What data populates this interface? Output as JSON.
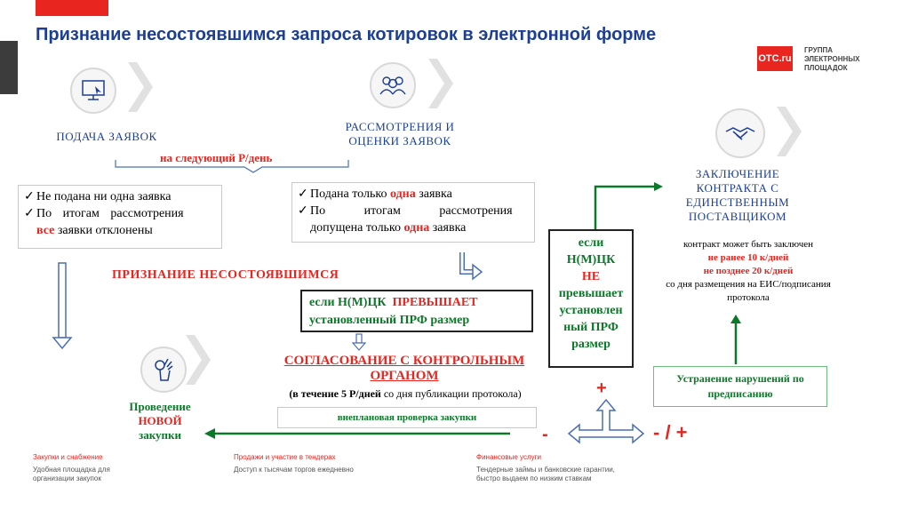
{
  "colors": {
    "brand_red": "#e8251f",
    "title_blue": "#1c3f94",
    "green": "#0a7a28",
    "arrow_blue": "#4a6fb5"
  },
  "title": "Признание несостоявшимся запроса котировок в электронной форме",
  "logo": {
    "mark": "ОТС.ru",
    "line1": "ГРУППА",
    "line2": "ЭЛЕКТРОННЫХ",
    "line3": "ПЛОЩАДОК"
  },
  "stages": {
    "submit": "ПОДАЧА ЗАЯВОК",
    "review_1": "РАССМОТРЕНИЯ И",
    "review_2": "ОЦЕНКИ ЗАЯВОК",
    "contract_1": "ЗАКЛЮЧЕНИЕ",
    "contract_2": "КОНТРАКТА С",
    "contract_3": "ЕДИНСТВЕННЫМ",
    "contract_4": "ПОСТАВЩИКОМ"
  },
  "icons": [
    "computer-icon",
    "users-icon",
    "handshake-icon",
    "ok-hand-icon"
  ],
  "next_day": "на следующий Р/день",
  "left_box": {
    "item1": "Не подана ни одна заявка",
    "item2_a": "По итогам рассмотрения",
    "item2_b_red": "все",
    "item2_b_rest": "заявки отклонены"
  },
  "right_box": {
    "item1_a": "Подана только",
    "item1_red": "одна",
    "item1_b": "заявка",
    "item2_a": "По итогам рассмотрения",
    "item2_b": "допущена только",
    "item2_red": "одна",
    "item2_c": "заявка"
  },
  "failed_label": "ПРИЗНАНИЕ НЕСОСТОЯВШИМСЯ",
  "exceeds_box": {
    "line1_a": "если Н(М)ЦК",
    "line1_b": "ПРЕВЫШАЕТ",
    "line2": "установленный ПРФ размер"
  },
  "not_exceeds_box": [
    "если",
    "Н(М)ЦК",
    "НЕ",
    "превышает",
    "установлен",
    "ный ПРФ",
    "размер"
  ],
  "contract_note": {
    "line1": "контракт может быть заключен",
    "line2": "не ранее 10 к/дней",
    "line3": "не позднее 20 к/дней",
    "line4": "со дня размещения на ЕИС/подписания",
    "line5": "протокола"
  },
  "fix_box": {
    "line1": "Устранение нарушений по",
    "line2": "предписанию"
  },
  "control": {
    "line1": "СОГЛАСОВАНИЕ С КОНТРОЛЬНЫМ",
    "line2": "ОРГАНОМ",
    "period_bold": "(в течение 5 Р/дней",
    "period_rest": "со дня публикации протокола)"
  },
  "unplanned": "внеплановая проверка закупки",
  "new_purchase": {
    "line1": "Проведение",
    "line2": "НОВОЙ",
    "line3": "закупки"
  },
  "signs": {
    "plus": "+",
    "minus": "-",
    "minus_plus": "- / +"
  },
  "footer": [
    {
      "head": "Закупки и снабжение",
      "text1": "Удобная площадка для",
      "text2": "организации закупок"
    },
    {
      "head": "Продажи и участие в тендерах",
      "text1": "Доступ к тысячам торгов ежедневно",
      "text2": ""
    },
    {
      "head": "Финансовые услуги",
      "text1": "Тендерные займы и банковские гарантии,",
      "text2": "быстро выдаем по низким ставкам"
    }
  ]
}
